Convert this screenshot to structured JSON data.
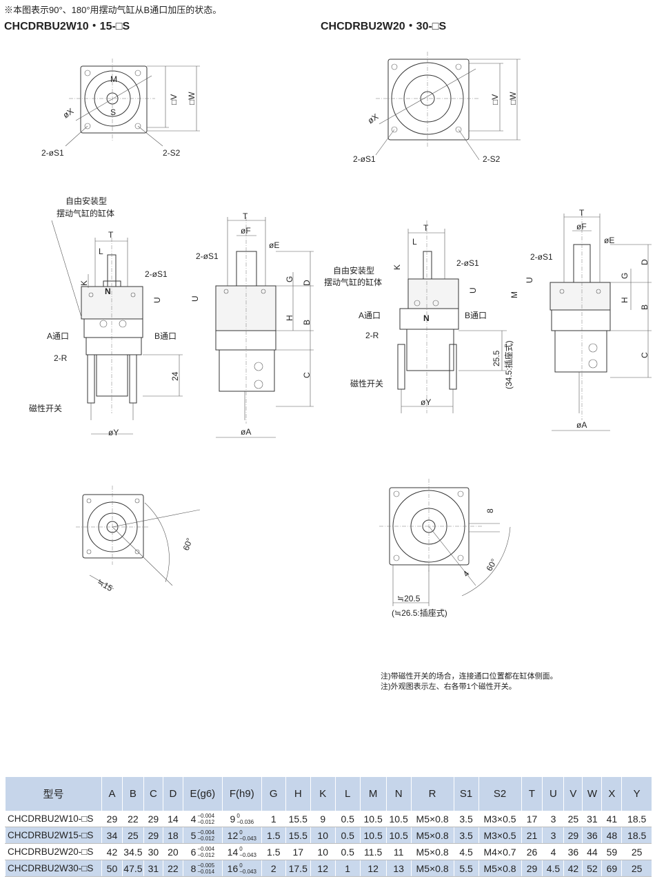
{
  "header": {
    "note": "※本图表示90°、180°用摆动气缸从B通口加压的状态。",
    "title_left": "CHCDRBU2W10・15-□S",
    "title_right": "CHCDRBU2W20・30-□S"
  },
  "drawing_labels": {
    "top_left": {
      "M": "M",
      "S": "S",
      "V": "□V",
      "W": "□W",
      "X": "øX",
      "S1": "2-øS1",
      "S2": "2-S2"
    },
    "top_right": {
      "V": "□V",
      "W": "□W",
      "X": "øX",
      "S1": "2-øS1",
      "S2": "2-S2"
    },
    "side1": {
      "free_mount_1": "自由安装型",
      "free_mount_2": "摆动气缸的缸体",
      "T": "T",
      "L": "L",
      "K": "K",
      "N": "N",
      "S1": "2-øS1",
      "U": "U",
      "port_a": "A通口",
      "port_b": "B通口",
      "R": "2-R",
      "dim24": "24",
      "switch": "磁性开关",
      "Y": "øY"
    },
    "side2": {
      "T": "T",
      "F": "øF",
      "E": "øE",
      "S1": "2-øS1",
      "U": "U",
      "G": "G",
      "D": "D",
      "H": "H",
      "B": "B",
      "C": "C",
      "A": "øA"
    },
    "side3": {
      "free_mount_1": "自由安装型",
      "free_mount_2": "摆动气缸的缸体",
      "T": "T",
      "L": "L",
      "K": "K",
      "S1": "2-øS1",
      "U": "U",
      "M": "M",
      "port_a": "A通口",
      "N": "N",
      "port_b": "B通口",
      "R": "2-R",
      "dim255": "25.5",
      "socket": "(34.5:插座式)",
      "switch": "磁性开关",
      "Y": "øY"
    },
    "side4": {
      "T": "T",
      "F": "øF",
      "E": "øE",
      "S1": "2-øS1",
      "U": "U",
      "G": "G",
      "D": "D",
      "H": "H",
      "B": "B",
      "C": "C",
      "A": "øA"
    },
    "bottom_left": {
      "angle": "60°",
      "dim15": "≒15"
    },
    "bottom_right": {
      "dim8": "8",
      "dim4": "4",
      "angle": "60°",
      "dim205": "≒20.5",
      "socket": "(≒26.5:插座式)"
    }
  },
  "notes": [
    "注)带磁性开关的场合，连接通口位置都在缸体侧面。",
    "注)外观图表示左、右各带1个磁性开关。"
  ],
  "table": {
    "headers": [
      "型号",
      "A",
      "B",
      "C",
      "D",
      "E(g6)",
      "F(h9)",
      "G",
      "H",
      "K",
      "L",
      "M",
      "N",
      "R",
      "S1",
      "S2",
      "T",
      "U",
      "V",
      "W",
      "X",
      "Y"
    ],
    "rows": [
      {
        "model": "CHCDRBU2W10-□S",
        "A": "29",
        "B": "22",
        "C": "29",
        "D": "14",
        "E": {
          "base": "4",
          "upper": "−0.004",
          "lower": "−0.012"
        },
        "F": {
          "base": "9",
          "upper": "0",
          "lower": "−0.036"
        },
        "G": "1",
        "H": "15.5",
        "K": "9",
        "L": "0.5",
        "M": "10.5",
        "N": "10.5",
        "R": "M5×0.8",
        "S1": "3.5",
        "S2": "M3×0.5",
        "T": "17",
        "U": "3",
        "V": "25",
        "W": "31",
        "X": "41",
        "Y": "18.5"
      },
      {
        "model": "CHCDRBU2W15-□S",
        "A": "34",
        "B": "25",
        "C": "29",
        "D": "18",
        "E": {
          "base": "5",
          "upper": "−0.004",
          "lower": "−0.012"
        },
        "F": {
          "base": "12",
          "upper": "0",
          "lower": "−0.043"
        },
        "G": "1.5",
        "H": "15.5",
        "K": "10",
        "L": "0.5",
        "M": "10.5",
        "N": "10.5",
        "R": "M5×0.8",
        "S1": "3.5",
        "S2": "M3×0.5",
        "T": "21",
        "U": "3",
        "V": "29",
        "W": "36",
        "X": "48",
        "Y": "18.5"
      },
      {
        "model": "CHCDRBU2W20-□S",
        "A": "42",
        "B": "34.5",
        "C": "30",
        "D": "20",
        "E": {
          "base": "6",
          "upper": "−0.004",
          "lower": "−0.012"
        },
        "F": {
          "base": "14",
          "upper": "0",
          "lower": "−0.043"
        },
        "G": "1.5",
        "H": "17",
        "K": "10",
        "L": "0.5",
        "M": "11.5",
        "N": "11",
        "R": "M5×0.8",
        "S1": "4.5",
        "S2": "M4×0.7",
        "T": "26",
        "U": "4",
        "V": "36",
        "W": "44",
        "X": "59",
        "Y": "25"
      },
      {
        "model": "CHCDRBU2W30-□S",
        "A": "50",
        "B": "47.5",
        "C": "31",
        "D": "22",
        "E": {
          "base": "8",
          "upper": "−0.005",
          "lower": "−0.014"
        },
        "F": {
          "base": "16",
          "upper": "0",
          "lower": "−0.043"
        },
        "G": "2",
        "H": "17.5",
        "K": "12",
        "L": "1",
        "M": "12",
        "N": "13",
        "R": "M5×0.8",
        "S1": "5.5",
        "S2": "M5×0.8",
        "T": "29",
        "U": "4.5",
        "V": "42",
        "W": "52",
        "X": "69",
        "Y": "25"
      }
    ]
  }
}
